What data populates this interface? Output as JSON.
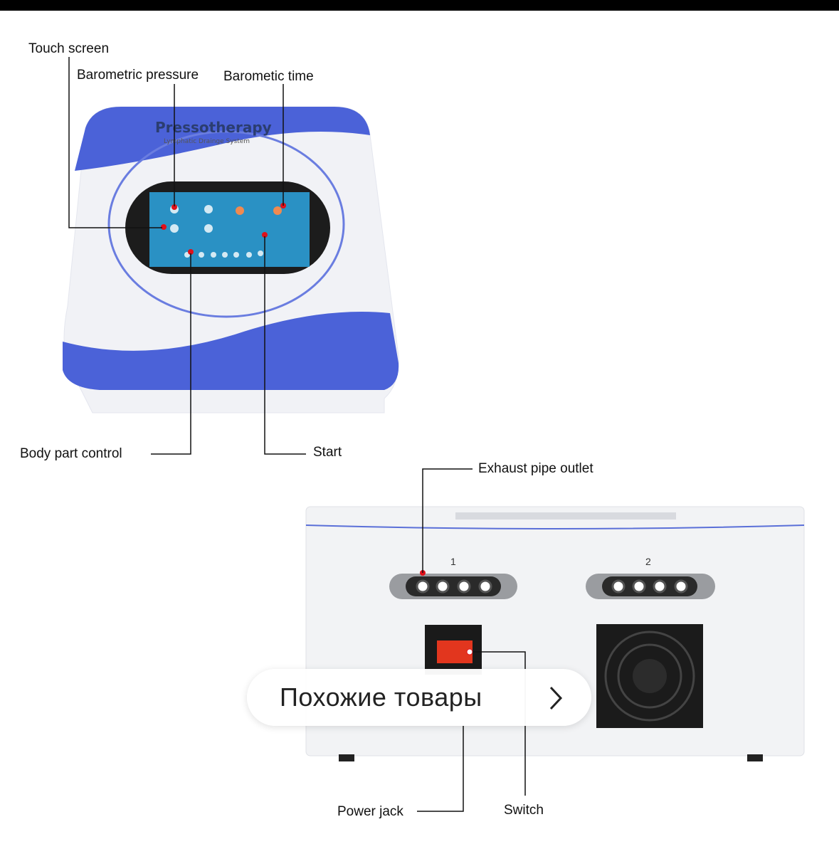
{
  "front_view": {
    "brand": "Pressotherapy",
    "subtitle": "Lymphatic Drainge System",
    "labels": {
      "touch_screen": "Touch screen",
      "barometric_pressure": "Barometric pressure",
      "barometic_time": "Barometic time",
      "body_part_control": "Body part control",
      "start": "Start"
    }
  },
  "back_view": {
    "port_numbers": [
      "1",
      "2"
    ],
    "labels": {
      "exhaust_pipe_outlet": "Exhaust pipe outlet",
      "power_jack": "Power jack",
      "switch": "Switch"
    }
  },
  "similar_button": {
    "label": "Похожие товары",
    "icon": "chevron-right-icon"
  },
  "colors": {
    "device_blue": "#4a63d6",
    "screen": "#1f8fc0",
    "marker": "#e0101a"
  }
}
